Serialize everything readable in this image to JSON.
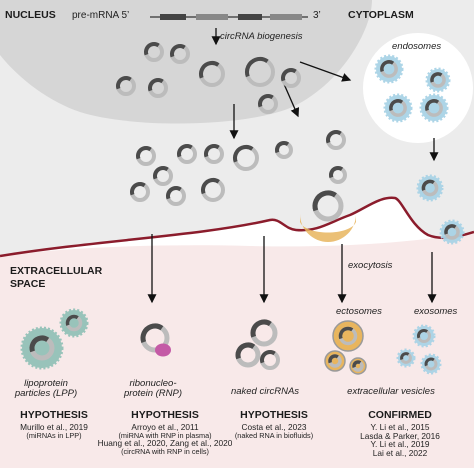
{
  "regions": {
    "nucleus": "NUCLEUS",
    "cytoplasm": "CYTOPLASM",
    "extracellular_line1": "EXTRACELLULAR",
    "extracellular_line2": "SPACE"
  },
  "premrna": {
    "label": "pre-mRNA 5’",
    "three_prime": "3’"
  },
  "process": {
    "biogenesis": "circRNA biogenesis",
    "endosomes": "endosomes",
    "exocytosis": "exocytosis",
    "ectosomes": "ectosomes",
    "exosomes": "exosomes"
  },
  "categories": [
    {
      "label_line1": "lipoprotein",
      "label_line2": "particles (LPP)",
      "status": "HYPOTHESIS",
      "refs": [
        {
          "cite": "Murillo et al., 2019",
          "note": "(miRNAs in LPP)"
        }
      ]
    },
    {
      "label_line1": "ribonucleo-",
      "label_line2": "protein (RNP)",
      "status": "HYPOTHESIS",
      "refs": [
        {
          "cite": "Arroyo et al., 2011",
          "note": "(miRNA with RNP in plasma)"
        },
        {
          "cite": "Huang et al., 2020, Zang et al., 2020",
          "note": "(circRNA with RNP in cells)"
        }
      ]
    },
    {
      "label_line1": "naked circRNAs",
      "status": "HYPOTHESIS",
      "refs": [
        {
          "cite": "Costa et al., 2023",
          "note": "(naked RNA in biofluids)"
        }
      ]
    },
    {
      "label_line1": "extracellular vesicles",
      "status": "CONFIRMED",
      "refs": [
        {
          "cite": "Y. Li et al., 2015"
        },
        {
          "cite": "Lasda & Parker, 2016"
        },
        {
          "cite": "Y. Li et al., 2019"
        },
        {
          "cite": "Lai et al., 2022"
        }
      ]
    }
  ],
  "colors": {
    "nucleus_fill": "#d6d6d6",
    "cytoplasm_fill": "#ececec",
    "membrane": "#8b1c2c",
    "extracellular_fill": "#f8e9e9",
    "endosome_blue": "#a9d3e6",
    "lipoprotein_teal": "#93c2b8",
    "rnp_magenta": "#c45aa6",
    "vesicle_orange": "#e8b55e",
    "ring_dark": "#4b4b4b",
    "ring_light": "#bcbcbc"
  }
}
